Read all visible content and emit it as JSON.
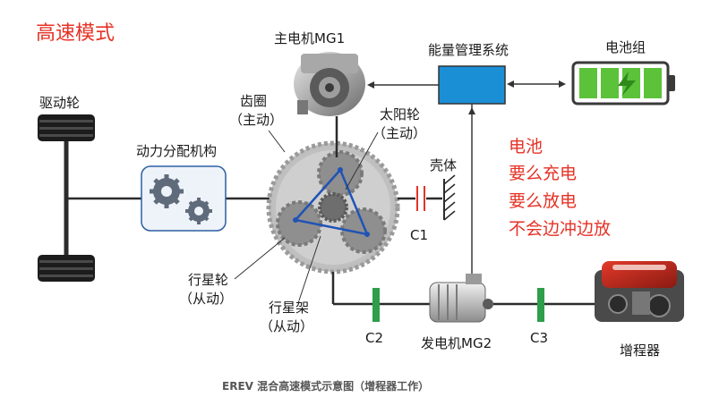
{
  "title": "高速模式",
  "labels": {
    "drive_wheel": "驱动轮",
    "power_split": "动力分配机构",
    "main_motor": "主电机MG1",
    "ems": "能量管理系统",
    "battery_pack": "电池组",
    "ring_gear": "齿圈",
    "ring_gear_role": "（主动）",
    "sun_gear": "太阳轮",
    "sun_gear_role": "（主动）",
    "housing": "壳体",
    "c1": "C1",
    "c2": "C2",
    "c3": "C3",
    "planet_gear": "行星轮",
    "planet_gear_role": "（从动）",
    "planet_carrier": "行星架",
    "planet_carrier_role": "（从动）",
    "generator": "发电机MG2",
    "range_extender": "增程器"
  },
  "annotation": {
    "line1": "电池",
    "line2": "要么充电",
    "line3": "要么放电",
    "line4": "不会边冲边放"
  },
  "caption": "EREV 混合高速模式示意图（增程器工作）",
  "colors": {
    "title_red": "#e53226",
    "ems_blue": "#1b8fd6",
    "battery_green": "#5cc23a",
    "clutch_green": "#2e9e4a",
    "gear_gray": "#8f8f8f"
  }
}
